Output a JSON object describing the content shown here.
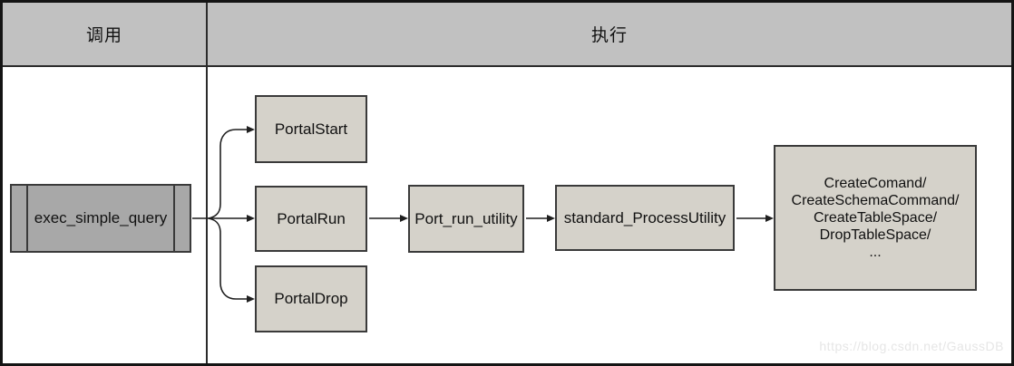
{
  "header": {
    "col_call": "调用",
    "col_execute": "执行"
  },
  "nodes": {
    "exec": {
      "label": "exec_simple_query"
    },
    "portal_start": {
      "label": "PortalStart"
    },
    "portal_run": {
      "label": "PortalRun"
    },
    "portal_drop": {
      "label": "PortalDrop"
    },
    "port_run_utility": {
      "label": "Port_run_utility"
    },
    "standard_process_utility": {
      "label": "standard_ProcessUtility"
    },
    "commands": {
      "lines": [
        "CreateComand/",
        "CreateSchemaCommand/",
        "CreateTableSpace/",
        "DropTableSpace/",
        "..."
      ]
    }
  },
  "edges": [
    {
      "from": "exec",
      "to": "portal_start"
    },
    {
      "from": "exec",
      "to": "portal_run"
    },
    {
      "from": "exec",
      "to": "portal_drop"
    },
    {
      "from": "portal_run",
      "to": "port_run_utility"
    },
    {
      "from": "port_run_utility",
      "to": "standard_process_utility"
    },
    {
      "from": "standard_process_utility",
      "to": "commands"
    }
  ],
  "watermark": {
    "text": "https://blog.csdn.net/GaussDB"
  },
  "colors": {
    "canvas_bg": "#ffffff",
    "frame": "#141414",
    "rule": "#2b2b2b",
    "header_bg": "#c1c1c1",
    "node_bg": "#d5d2ca",
    "exec_bg": "#a8a8a8",
    "box_border": "#3a3a3a",
    "line": "#1f1f1f",
    "text": "#111111",
    "watermark": "#e6e6e6"
  }
}
